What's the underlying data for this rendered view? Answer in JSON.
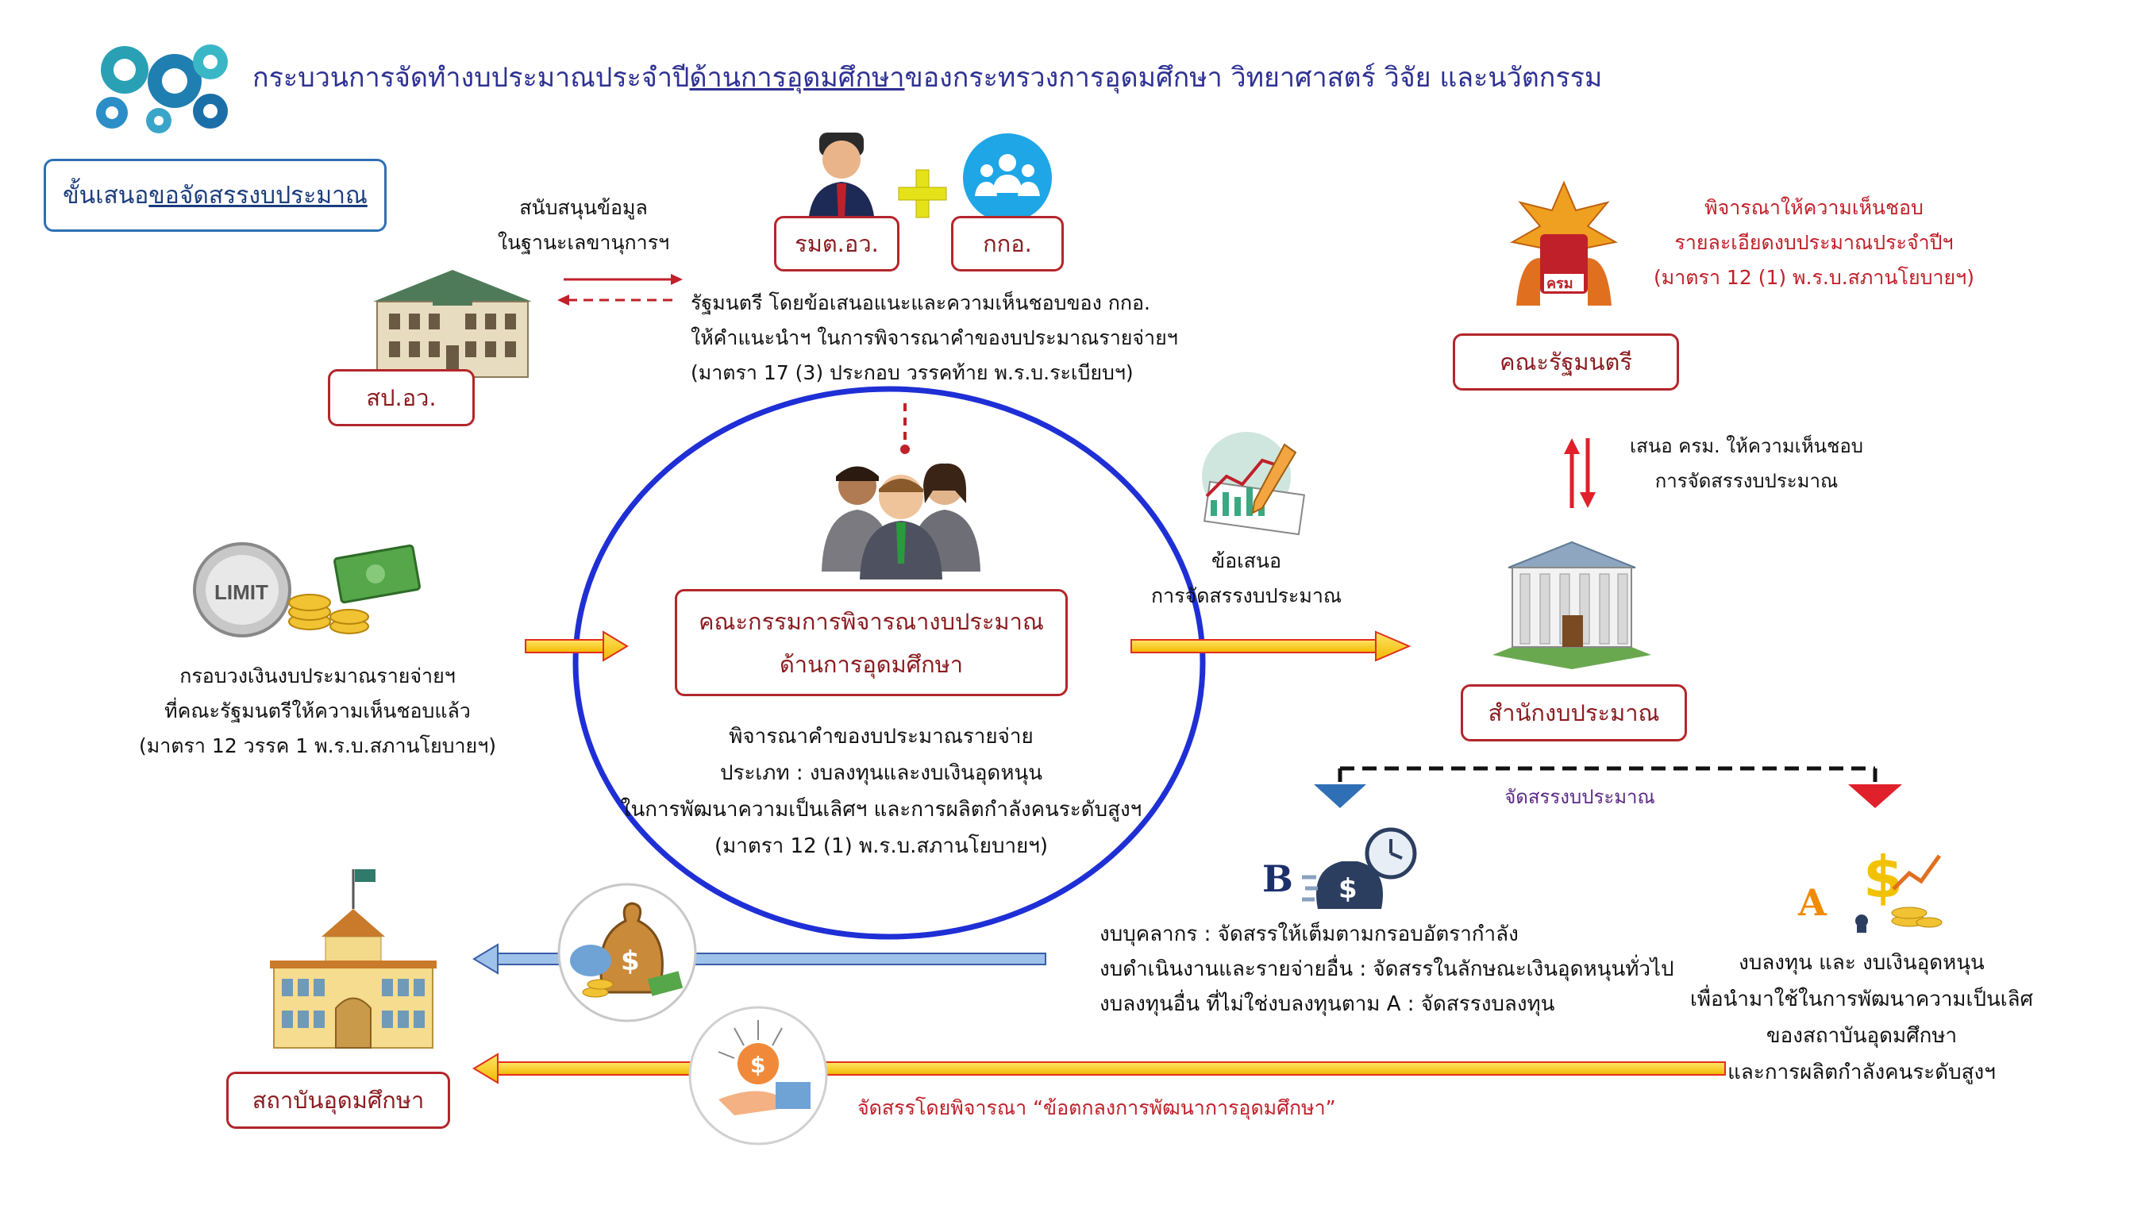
{
  "title": {
    "pre": "กระบวนการจัดทำงบประมาณประจำปี",
    "underline": "ด้านการอุดมศึกษา",
    "post": "ของกระทรวงการอุดมศึกษา วิทยาศาสตร์ วิจัย และนวัตกรรม"
  },
  "stage_box": {
    "pre": "ขั้นเสนอ",
    "underline": "ขอจัดสรรงบประมาณ"
  },
  "support": {
    "line1": "สนับสนุนข้อมูล",
    "line2": "ในฐานะเลขานุการฯ"
  },
  "office_box": "สป.อว.",
  "minister_box": "รมต.อว.",
  "council_box": "กกอ.",
  "minister_text": {
    "line1": "รัฐมนตรี โดยข้อเสนอแนะและความเห็นชอบของ กกอ.",
    "line2": "ให้คำแนะนำฯ ในการพิจารณาคำของบประมาณรายจ่ายฯ",
    "line3": "(มาตรา 17 (3) ประกอบ วรรคท้าย พ.ร.บ.ระเบียบฯ)"
  },
  "cabinet_note": {
    "line1": "พิจารณาให้ความเห็นชอบ",
    "line2": "รายละเอียดงบประมาณประจำปีฯ",
    "line3": "(มาตรา 12 (1) พ.ร.บ.สภานโยบายฯ)"
  },
  "cabinet_box": "คณะรัฐมนตรี",
  "present_cabinet": {
    "line1": "เสนอ ครม. ให้ความเห็นชอบ",
    "line2": "การจัดสรรงบประมาณ"
  },
  "proposal": {
    "line1": "ข้อเสนอ",
    "line2": "การจัดสรรงบประมาณ"
  },
  "committee_box": {
    "line1": "คณะกรรมการพิจารณางบประมาณ",
    "line2": "ด้านการอุดมศึกษา"
  },
  "committee_text": {
    "line1": "พิจารณาคำของบประมาณรายจ่าย",
    "line2": "ประเภท : งบลงทุนและงบเงินอุดหนุน",
    "line3": "ในการพัฒนาความเป็นเลิศฯ และการผลิตกำลังคนระดับสูงฯ",
    "line4": "(มาตรา 12 (1) พ.ร.บ.สภานโยบายฯ)"
  },
  "budget_frame": {
    "line1": "กรอบวงเงินงบประมาณรายจ่ายฯ",
    "line2": "ที่คณะรัฐมนตรีให้ความเห็นชอบแล้ว",
    "line3": "(มาตรา 12 วรรค 1 พ.ร.บ.สภานโยบายฯ)"
  },
  "limit_label": "LIMIT",
  "budget_bureau_box": "สำนักงบประมาณ",
  "allocate_label": "จัดสรรงบประมาณ",
  "letter_b": "B",
  "letter_a": "A",
  "b_text": {
    "line1": "งบบุคลากร : จัดสรรให้เต็มตามกรอบอัตรากำลัง",
    "line2": "งบดำเนินงานและรายจ่ายอื่น : จัดสรรในลักษณะเงินอุดหนุนทั่วไป",
    "line3": "งบลงทุนอื่น ที่ไม่ใช่งบลงทุนตาม A : จัดสรรงบลงทุน"
  },
  "a_text": {
    "line1": "งบลงทุน และ งบเงินอุดหนุน",
    "line2": "เพื่อนำมาใช้ในการพัฒนาความเป็นเลิศ",
    "line3": "ของสถาบันอุดมศึกษา",
    "line4": "และการผลิตกำลังคนระดับสูงฯ"
  },
  "institution_box": "สถาบันอุดมศึกษา",
  "allocate_agreement": "จัดสรรโดยพิจารณา “ข้อตกลงการพัฒนาการอุดมศึกษา”",
  "colors": {
    "title": "#2e3192",
    "box_border": "#b3262b",
    "circle": "#1f2fd6",
    "arrow_fill": "#f6c400",
    "arrow_edge": "#e0301e",
    "blue_arrow": "#4a76b8"
  }
}
